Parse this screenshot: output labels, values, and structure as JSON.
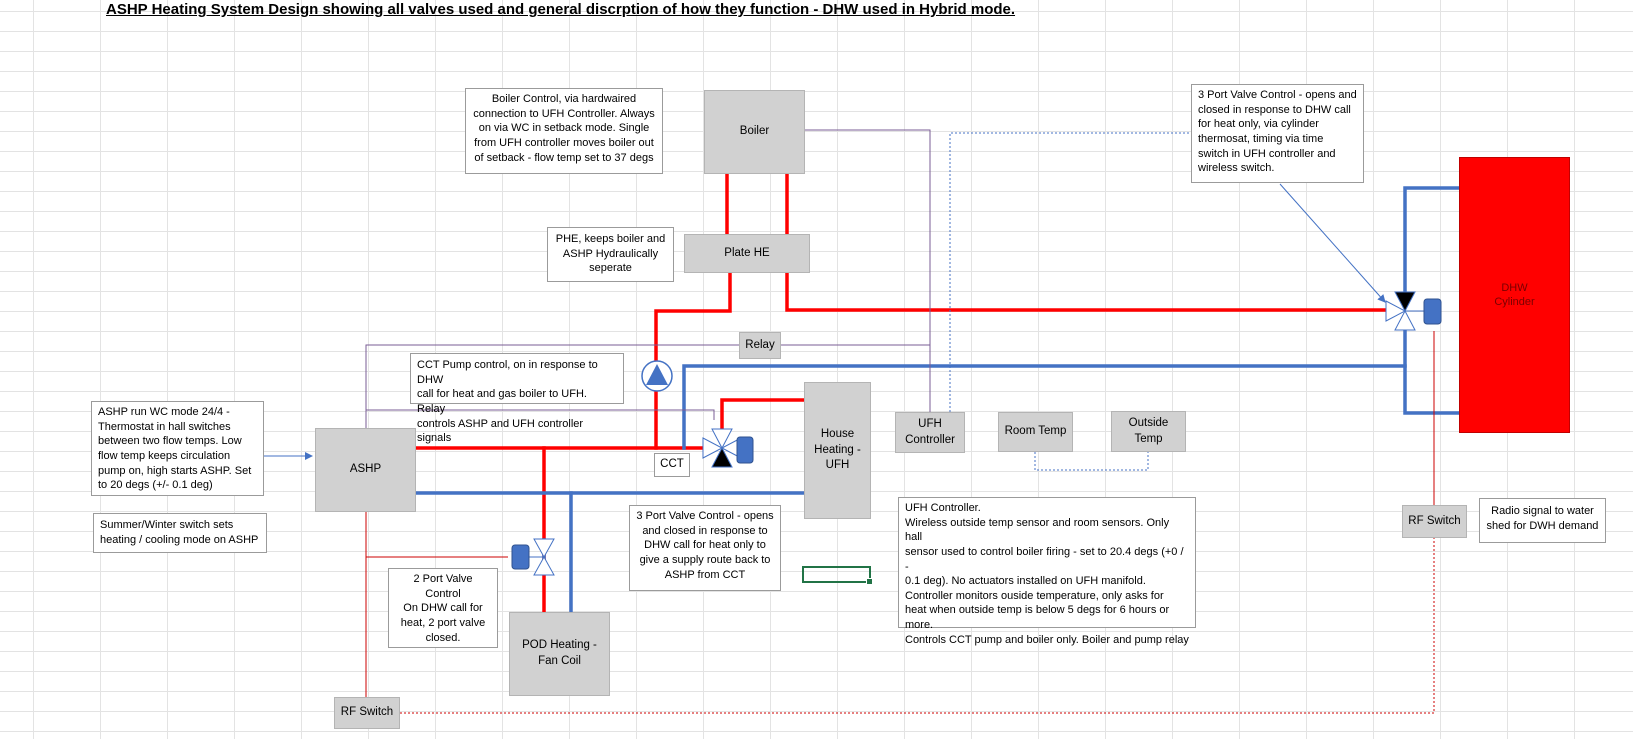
{
  "title": "ASHP Heating System Design showing all valves used and general discrption of how they function - DHW used in Hybrid mode.",
  "colors": {
    "flow": "#ff0000",
    "return": "#4472c4",
    "control": "#7a5c94",
    "rf": "#cc0000",
    "component": "#d1d1d1",
    "cylinder": "#ff0000",
    "actuator": "#4472c4"
  },
  "components": {
    "boiler": "Boiler",
    "plate_he": "Plate HE",
    "relay": "Relay",
    "ashp": "ASHP",
    "cct": "CCT",
    "house_heating": [
      "House",
      "Heating -",
      "UFH"
    ],
    "ufh_controller": [
      "UFH",
      "Controller"
    ],
    "room_temp": "Room Temp",
    "outside_temp": [
      "Outside",
      "Temp"
    ],
    "pod_heating": [
      "POD Heating -",
      "Fan Coil"
    ],
    "rf_switch_left": "RF Switch",
    "rf_switch_right": "RF Switch",
    "dhw_cylinder": [
      "DHW",
      "Cylinder"
    ]
  },
  "notes": {
    "boiler_control": [
      "Boiler Control, via hardwaired",
      "connection to UFH Controller. Always",
      "on via WC in setback mode. Single",
      "from UFH controller moves boiler out",
      "of setback - flow temp set to 37 degs"
    ],
    "phe": [
      "PHE, keeps boiler and",
      "ASHP Hydraulically",
      "seperate"
    ],
    "cct_pump": [
      "CCT Pump control, on in response to DHW",
      "call for heat and gas boiler to UFH. Relay",
      "controls ASHP and UFH controller signals"
    ],
    "ashp_run": [
      "ASHP run WC mode 24/4 -",
      "Thermostat in hall switches",
      "between two flow temps. Low",
      "flow temp keeps circulation",
      "pump on, high starts ASHP. Set",
      "to 20 degs (+/- 0.1 deg)"
    ],
    "summer_winter": [
      "Summer/Winter switch sets",
      "heating / cooling mode on ASHP"
    ],
    "two_port": [
      "2 Port Valve",
      "Control",
      "On DHW call for",
      "heat, 2 port valve",
      "closed."
    ],
    "three_port_lower": [
      "3 Port Valve Control - opens",
      "and closed in response to",
      "DHW call for heat only to",
      "give a supply route back to",
      "ASHP from CCT"
    ],
    "three_port_upper": [
      "3 Port Valve Control - opens and",
      "closed in response to DHW call",
      "for heat only, via cylinder",
      "thermosat, timing via time",
      "switch in UFH controller and",
      "wireless switch."
    ],
    "ufh_controller": [
      "UFH Controller.",
      "Wireless outside temp sensor and room sensors. Only hall",
      "sensor used to control boiler firing - set to 20.4 degs (+0 / -",
      "0.1 deg).  No actuators installed on UFH manifold.",
      "Controller monitors ouside temperature, only asks for",
      "heat when outside temp is below 5 degs for 6 hours or",
      "more.",
      "Controls CCT pump and boiler only. Boiler and pump relay"
    ],
    "radio_signal": [
      "Radio signal to water",
      "shed for DWH demand"
    ]
  }
}
